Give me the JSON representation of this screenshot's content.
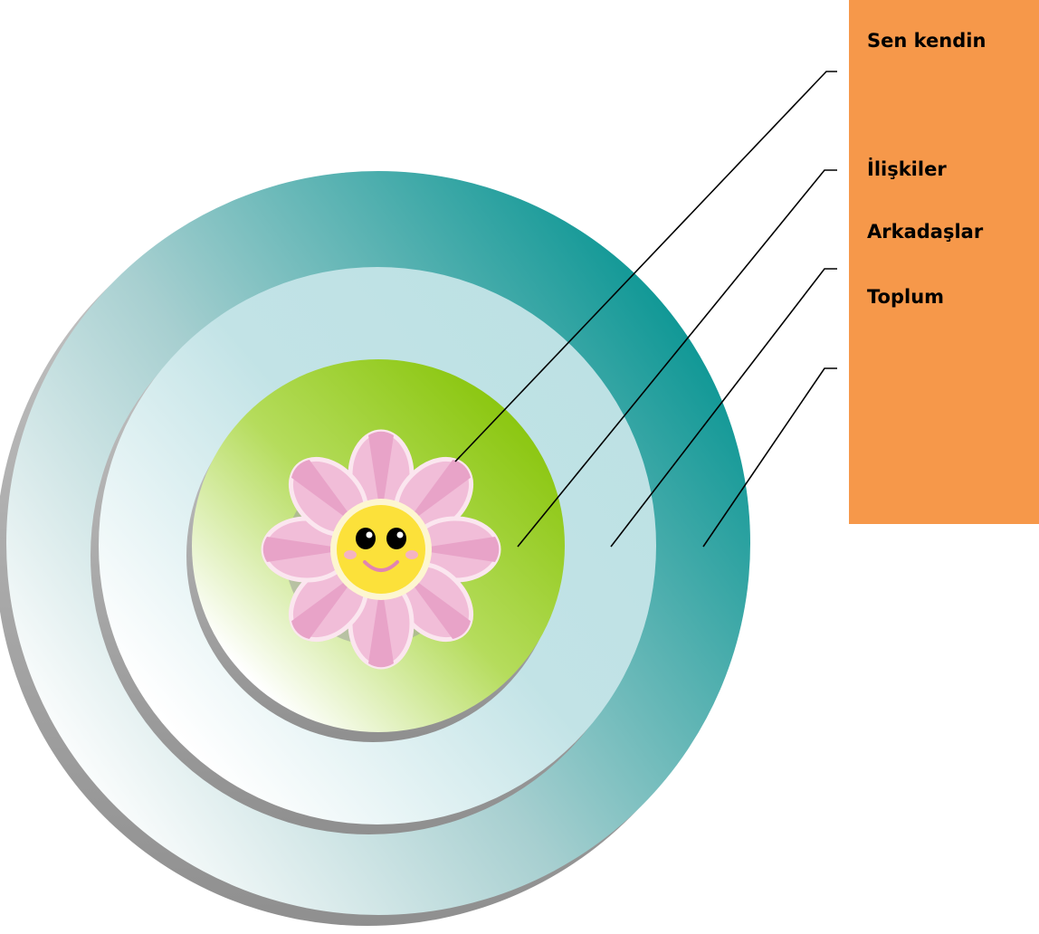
{
  "labels": {
    "self": "Sen kendin",
    "relationships": "İlişkiler",
    "friends": "Arkadaşlar",
    "society": "Toplum"
  },
  "colors": {
    "outer_ring": "#13999a",
    "middle_ring": "#bfe3e5",
    "inner_ring": "#96cd16",
    "label_panel": "#f6984a",
    "flower_petal": "#e8a3c8",
    "flower_center": "#fce13a"
  },
  "icons": [
    "smiling-flower-icon"
  ]
}
